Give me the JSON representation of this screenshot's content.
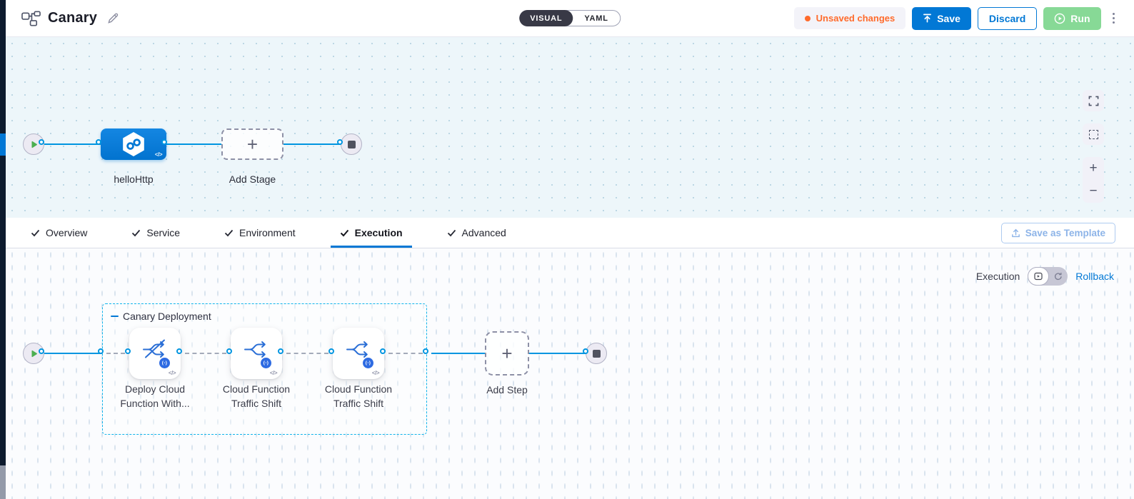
{
  "header": {
    "title": "Canary",
    "mode_toggle": {
      "visual_label": "VISUAL",
      "yaml_label": "YAML"
    },
    "unsaved_changes_label": "Unsaved changes",
    "save_label": "Save",
    "discard_label": "Discard",
    "run_label": "Run"
  },
  "stage_canvas": {
    "stage_name": "helloHttp",
    "add_stage_label": "Add Stage"
  },
  "tabs": {
    "items": [
      {
        "label": "Overview"
      },
      {
        "label": "Service"
      },
      {
        "label": "Environment"
      },
      {
        "label": "Execution"
      },
      {
        "label": "Advanced"
      }
    ],
    "active_tab": "Execution",
    "save_as_template_label": "Save as Template"
  },
  "execution_canvas": {
    "view_switch_label": "Execution",
    "rollback_label": "Rollback",
    "step_group": {
      "name": "Canary Deployment",
      "steps": [
        {
          "name": "Deploy Cloud Function With..."
        },
        {
          "name": "Cloud Function Traffic Shift"
        },
        {
          "name": "Cloud Function Traffic Shift"
        }
      ]
    },
    "add_step_label": "Add Step"
  },
  "icons": {
    "plus": "+",
    "minus": "−",
    "code": "</>",
    "function_badge": "(-)"
  },
  "colors": {
    "accent_blue": "#0278d5",
    "connector_blue": "#0095e0",
    "group_border_cyan": "#0fb3ea",
    "unsaved_orange": "#ff6b2c",
    "run_green": "#87d996",
    "start_green": "#4caf50"
  }
}
